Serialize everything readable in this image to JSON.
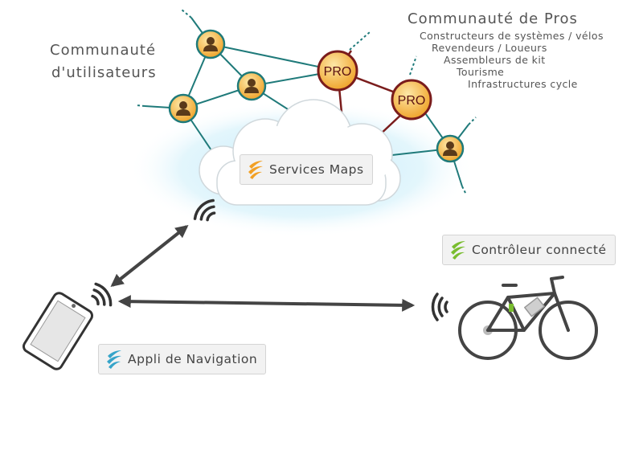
{
  "users_title_line1": "Communauté",
  "users_title_line2": "d'utilisateurs",
  "pros_title": "Communauté de Pros",
  "pros_items": [
    "Constructeurs de systèmes / vélos",
    "Revendeurs / Loueurs",
    "Assembleurs de kit",
    "Tourisme",
    "Infrastructures cycle"
  ],
  "pro_badge": "PRO",
  "services_label": "Services Maps",
  "controller_label": "Contrôleur connecté",
  "app_label": "Appli de Navigation",
  "colors": {
    "network_line": "#1f7a7a",
    "pro_line": "#7a1c1c",
    "node_fill": "#f6b73c",
    "services_logo": "#f2a024",
    "controller_logo": "#79bd2f",
    "app_logo": "#36a4c9",
    "arrow": "#444444",
    "cloud_glow": "#bfe9f7"
  },
  "icons": [
    "user-icon",
    "wifi-icon",
    "tablet-icon",
    "bike-icon",
    "arrow-icon",
    "cloud-icon"
  ]
}
